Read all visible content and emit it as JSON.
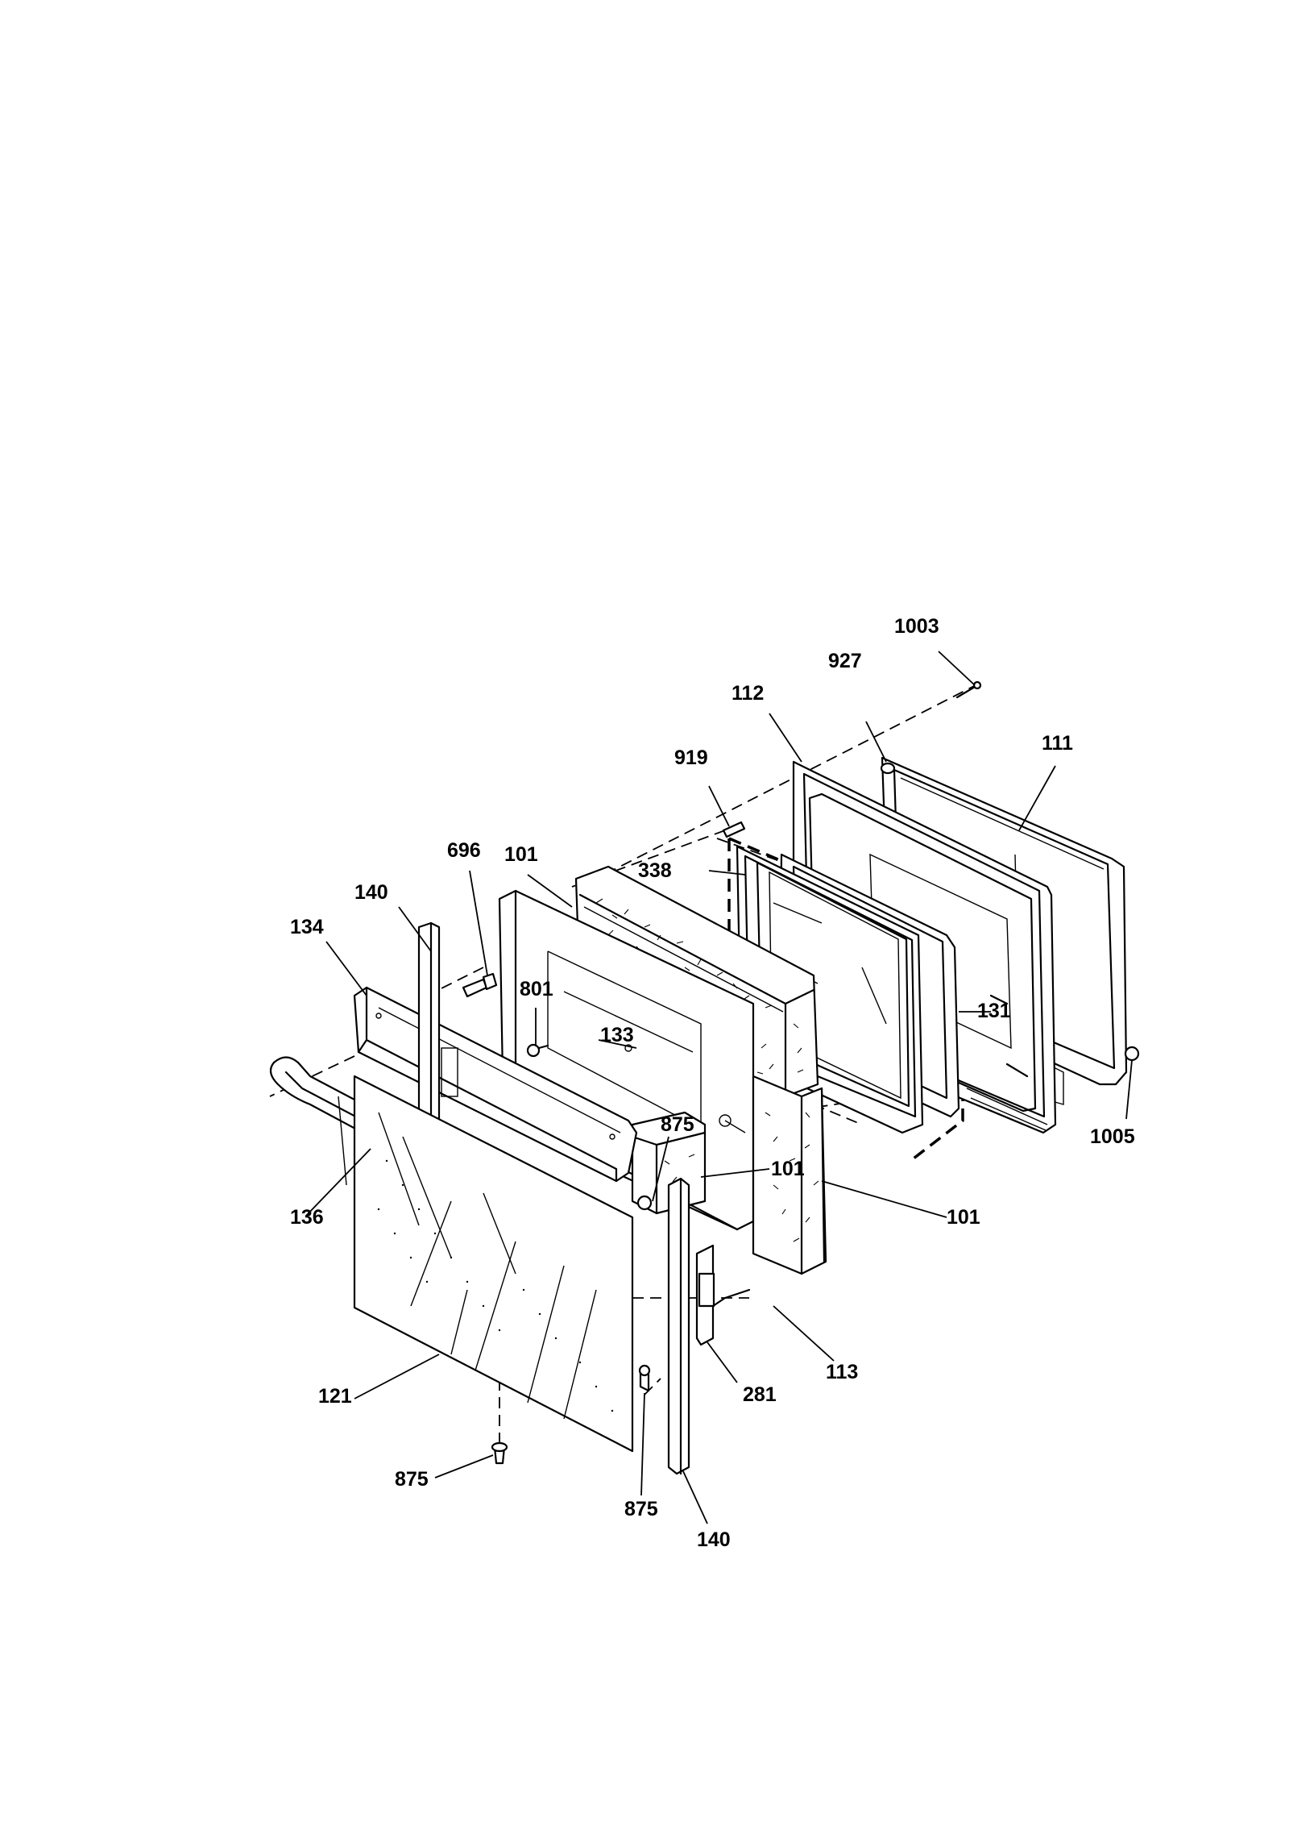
{
  "diagram": {
    "colors": {
      "ink": "#000000",
      "paper": "#ffffff"
    },
    "callouts": [
      {
        "id": "c1003",
        "text": "1003"
      },
      {
        "id": "c927",
        "text": "927"
      },
      {
        "id": "c112",
        "text": "112"
      },
      {
        "id": "c111",
        "text": "111"
      },
      {
        "id": "c919",
        "text": "919"
      },
      {
        "id": "c338",
        "text": "338"
      },
      {
        "id": "c696",
        "text": "696"
      },
      {
        "id": "c140a",
        "text": "140"
      },
      {
        "id": "c101a",
        "text": "101"
      },
      {
        "id": "c134",
        "text": "134"
      },
      {
        "id": "c801",
        "text": "801"
      },
      {
        "id": "c133",
        "text": "133"
      },
      {
        "id": "c131",
        "text": "131"
      },
      {
        "id": "c1005",
        "text": "1005"
      },
      {
        "id": "c875a",
        "text": "875"
      },
      {
        "id": "c101b",
        "text": "101"
      },
      {
        "id": "c101c",
        "text": "101"
      },
      {
        "id": "c136",
        "text": "136"
      },
      {
        "id": "c113",
        "text": "113"
      },
      {
        "id": "c281",
        "text": "281"
      },
      {
        "id": "c121",
        "text": "121"
      },
      {
        "id": "c875b",
        "text": "875"
      },
      {
        "id": "c875c",
        "text": "875"
      },
      {
        "id": "c140b",
        "text": "140"
      }
    ]
  }
}
